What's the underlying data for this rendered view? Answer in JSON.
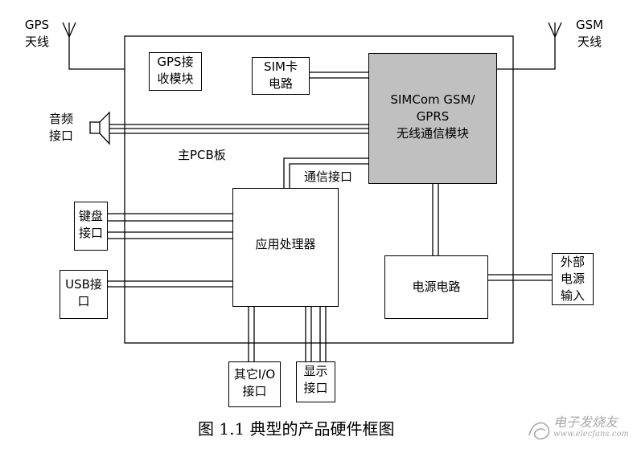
{
  "colors": {
    "line": "#000000",
    "module_fill": "#c0c0c0",
    "watermark": "#aaaaaa"
  },
  "gps_antenna": {
    "line1": "GPS",
    "line2": "天线"
  },
  "gsm_antenna": {
    "line1": "GSM",
    "line2": "天线"
  },
  "main_pcb_label": "主PCB板",
  "gps_module": {
    "line1": "GPS接",
    "line2": "收模块"
  },
  "sim_circuit": {
    "line1": "SIM卡",
    "line2": "电路"
  },
  "simcom_module": {
    "line1": "SIMCom GSM/",
    "line2": "GPRS",
    "line3": "无线通信模块"
  },
  "audio_port": {
    "line1": "音频",
    "line2": "接口"
  },
  "comm_interface_label": "通信接口",
  "keyboard_port": {
    "line1": "键盘",
    "line2": "接口"
  },
  "app_processor": "应用处理器",
  "usb_port": {
    "line1": "USB接",
    "line2": "口"
  },
  "power_circuit": "电源电路",
  "external_power": {
    "line1": "外部",
    "line2": "电源",
    "line3": "输入"
  },
  "other_io": {
    "line1": "其它I/O",
    "line2": "接口"
  },
  "display_port": {
    "line1": "显示",
    "line2": "接口"
  },
  "caption": "图 1.1  典型的产品硬件框图",
  "watermark": {
    "line1": "电子发烧友",
    "line2": "www.elecfans.com"
  }
}
